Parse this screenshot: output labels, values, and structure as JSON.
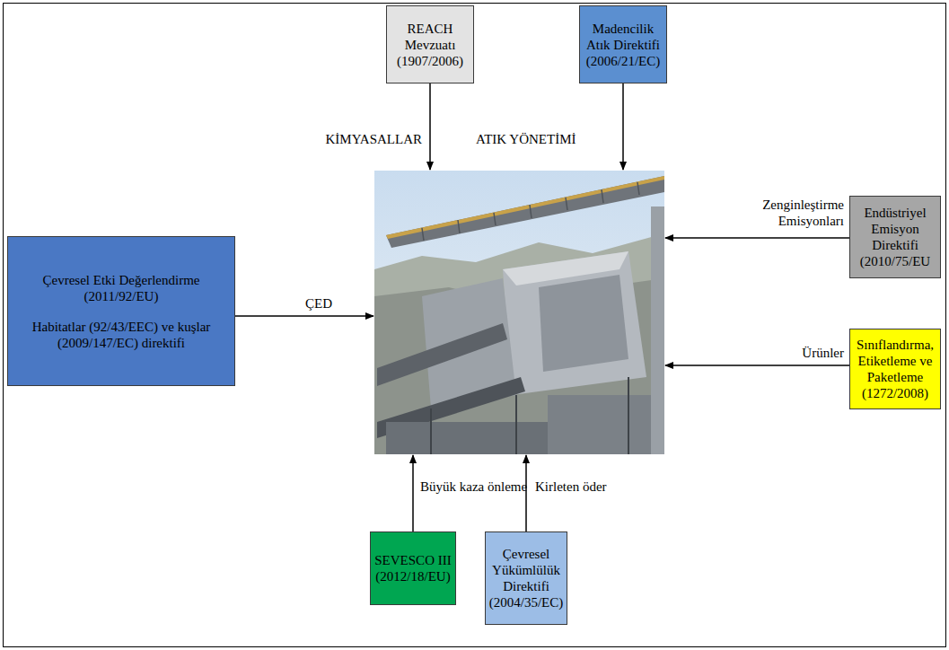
{
  "diagram": {
    "nodes": [
      {
        "text": [
          "REACH Mevzuatı (1907/2006)"
        ]
      },
      {
        "text": [
          "Madencilik Atık Direktifi (2006/21/EC)"
        ]
      },
      {
        "text": [
          "Endüstriyel Emisyon Direktifi (2010/75/EU"
        ]
      },
      {
        "text": [
          "Çevresel Etki Değerlendirme (2011/92/EU)",
          "Habitatlar (92/43/EEC) ve kuşlar (2009/147/EC) direktifi"
        ]
      },
      {
        "text": [
          "Sınıflandırma, Etiketleme ve Paketleme (1272/2008)"
        ]
      },
      {
        "text": [
          "SEVESCO III (2012/18/EU)"
        ]
      },
      {
        "text": [
          "Çevresel Yükümlülük Direktifi (2004/35/EC)"
        ]
      }
    ],
    "labels": [
      "KİMYASALLAR",
      "ATIK YÖNETİMİ",
      "Zenginleştirme Emisyonları",
      "ÇED",
      "Ürünler",
      "Büyük kaza önleme",
      "Kirleten öder"
    ]
  }
}
